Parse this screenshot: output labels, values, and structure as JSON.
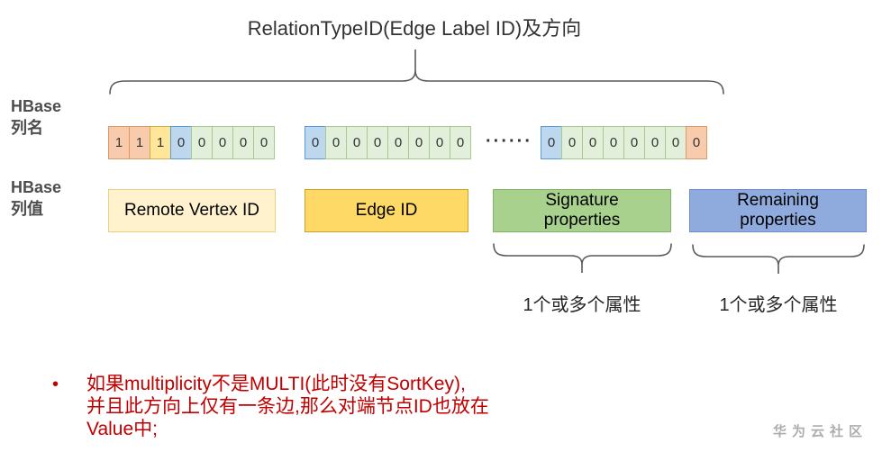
{
  "title": "RelationTypeID(Edge Label ID)及方向",
  "left_labels": {
    "col_name_line1": "HBase",
    "col_name_line2": "列名",
    "col_value_line1": "HBase",
    "col_value_line2": "列值"
  },
  "colors": {
    "peach": {
      "bg": "#f8cbad",
      "border": "#dd9a66"
    },
    "yellow": {
      "bg": "#ffe699",
      "border": "#d3ad45"
    },
    "blue": {
      "bg": "#bdd7ee",
      "border": "#5b9bd5"
    },
    "green": {
      "bg": "#e2efda",
      "border": "#a9c98f"
    }
  },
  "cell_groups": [
    {
      "name": "remote-vertex-id-bits",
      "cells": [
        {
          "value": "1",
          "color": "peach"
        },
        {
          "value": "1",
          "color": "peach"
        },
        {
          "value": "1",
          "color": "yellow"
        },
        {
          "value": "0",
          "color": "blue"
        },
        {
          "value": "0",
          "color": "green"
        },
        {
          "value": "0",
          "color": "green"
        },
        {
          "value": "0",
          "color": "green"
        },
        {
          "value": "0",
          "color": "green"
        }
      ]
    },
    {
      "name": "edge-id-bits",
      "cells": [
        {
          "value": "0",
          "color": "blue"
        },
        {
          "value": "0",
          "color": "green"
        },
        {
          "value": "0",
          "color": "green"
        },
        {
          "value": "0",
          "color": "green"
        },
        {
          "value": "0",
          "color": "green"
        },
        {
          "value": "0",
          "color": "green"
        },
        {
          "value": "0",
          "color": "green"
        },
        {
          "value": "0",
          "color": "green"
        }
      ]
    },
    {
      "name": "properties-bits",
      "cells": [
        {
          "value": "0",
          "color": "blue"
        },
        {
          "value": "0",
          "color": "green"
        },
        {
          "value": "0",
          "color": "green"
        },
        {
          "value": "0",
          "color": "green"
        },
        {
          "value": "0",
          "color": "green"
        },
        {
          "value": "0",
          "color": "green"
        },
        {
          "value": "0",
          "color": "green"
        },
        {
          "value": "0",
          "color": "peach"
        }
      ]
    }
  ],
  "ellipsis": "······",
  "value_boxes": [
    {
      "label": "Remote Vertex ID",
      "bg": "#fff2cc",
      "border": "#e6cf8b"
    },
    {
      "label": "Edge ID",
      "bg": "#ffd966",
      "border": "#c9a227"
    },
    {
      "label": "Signature properties",
      "bg": "#a9d18e",
      "border": "#82b366"
    },
    {
      "label": "Remaining properties",
      "bg": "#8faadc",
      "border": "#6e8ac9"
    }
  ],
  "brace_labels": {
    "signature": "1个或多个属性",
    "remaining": "1个或多个属性"
  },
  "note": {
    "bullet": "•",
    "color": "#c00000",
    "lines": [
      "如果multiplicity不是MULTI(此时没有SortKey),",
      "并且此方向上仅有一条边,那么对端节点ID也放在",
      "Value中;"
    ]
  },
  "watermark": "华为云社区"
}
